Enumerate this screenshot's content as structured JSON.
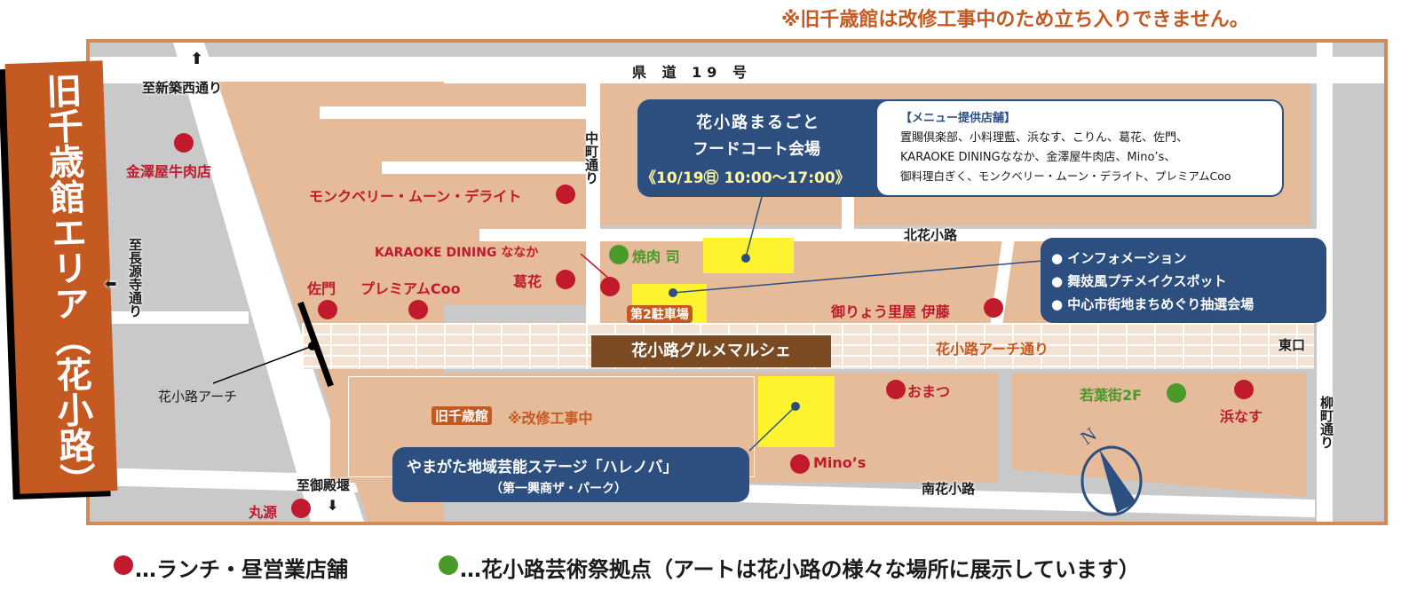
{
  "notice": "※旧千歳館は改修工事中のため立ち入りできません。",
  "area_banner": "旧千歳館エリア（花小路）",
  "roads": {
    "top_route": "県 道 19 号",
    "to_shinchikunishi": "至新築西通り",
    "to_chogenji": "至長源寺通り",
    "to_gotenzeki": "至御殿堰",
    "nakamachi": "中町通り",
    "kitahanakoji": "北花小路",
    "minamihanakoji": "南花小路",
    "arch_street": "花小路アーチ通り",
    "yanagimachi": "柳町通り",
    "east_gate": "東口",
    "arch": "花小路アーチ"
  },
  "shops_red": [
    {
      "name": "金澤屋牛肉店"
    },
    {
      "name": "モンクベリー・ムーン・デライト"
    },
    {
      "name": "KARAOKE DINING ななか"
    },
    {
      "name": "葛花"
    },
    {
      "name": "佐門"
    },
    {
      "name": "プレミアムCoo"
    },
    {
      "name": "御りょう里屋 伊藤"
    },
    {
      "name": "おまつ"
    },
    {
      "name": "浜なす"
    },
    {
      "name": "Mino’s"
    },
    {
      "name": "丸源"
    }
  ],
  "shops_green": [
    {
      "name": "焼肉 司"
    },
    {
      "name": "若葉街2F"
    }
  ],
  "food_court": {
    "title_line1": "花小路まるごと",
    "title_line2": "フードコート会場",
    "datetime": "《10/19㊐ 10:00〜17:00》",
    "menu_heading": "【メニュー提供店舗】",
    "menu_line1": "置賜倶楽部、小料理藍、浜なす、こりん、葛花、佐門、",
    "menu_line2": "KARAOKE DININGななか、金澤屋牛肉店、Mino’s、",
    "menu_line3": "御料理白ぎく、モンクベリー・ムーン・デライト、プレミアムCoo"
  },
  "info_box": {
    "items": [
      "● インフォメーション",
      "● 舞妓風プチメイクスポット",
      "● 中心市街地まちめぐり抽選会場"
    ]
  },
  "parking": "第2駐車場",
  "gourmet_marche": "花小路グルメマルシェ",
  "old_chitosekan": {
    "name": "旧千歳館",
    "status": "※改修工事中"
  },
  "stage": {
    "title": "やまがた地域芸能ステージ「ハレノバ」",
    "subtitle": "（第一興商ザ・パーク）"
  },
  "compass": {
    "label": "N"
  },
  "legend": {
    "red": "…ランチ・昼営業店舗",
    "green": "…花小路芸術祭拠点（アートは花小路の様々な場所に展示しています）"
  },
  "colors": {
    "lunch_dot": "#c01a2c",
    "art_dot": "#4a9a2a",
    "navy": "#2c4f80",
    "orange": "#c45a22",
    "block": "#e5bb9a",
    "highlight": "#fff22e"
  }
}
